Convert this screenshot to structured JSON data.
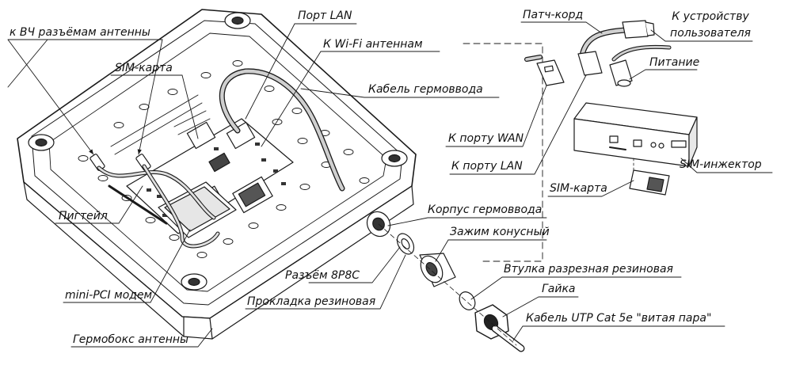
{
  "labels": {
    "rf_connectors": "к ВЧ разъёмам антенны",
    "lan_port": "Порт LAN",
    "patch_cord": "Патч-корд",
    "to_user_device_1": "К устройству",
    "to_user_device_2": "пользователя",
    "sim_card_left": "SIM-карта",
    "to_wifi_antennas": "К Wi-Fi антеннам",
    "power": "Питание",
    "gland_cable": "Кабель гермоввода",
    "to_wan_port": "К порту WAN",
    "sim_injector": "SIM-инжектор",
    "to_lan_port": "К порту LAN",
    "sim_card_right": "SIM-карта",
    "pigtail": "Пигтейл",
    "gland_body": "Корпус гермоввода",
    "cone_clamp": "Зажим конусный",
    "rj45_connector": "Разъём 8P8C",
    "split_rubber_bushing": "Втулка разрезная резиновая",
    "minipci_modem": "mini-PCI модем",
    "nut": "Гайка",
    "rubber_gasket": "Прокладка резиновая",
    "utp_cable": "Кабель UTP Cat 5e \"витая пара\"",
    "antenna_enclosure": "Гермобокс антенны"
  },
  "colors": {
    "line": "#1a1a1a",
    "fill": "#ffffff",
    "shade": "#dcdcdc",
    "dark": "#2a2a2a"
  }
}
